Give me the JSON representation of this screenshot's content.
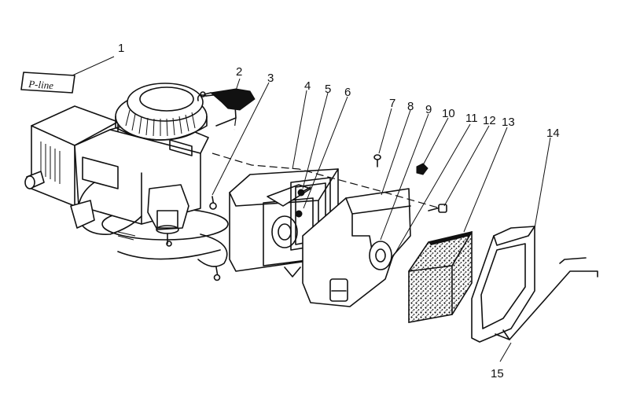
{
  "logo": {
    "text": "P-line"
  },
  "callouts": [
    "1",
    "2",
    "3",
    "4",
    "5",
    "6",
    "7",
    "8",
    "9",
    "10",
    "11",
    "12",
    "13",
    "14",
    "15"
  ]
}
